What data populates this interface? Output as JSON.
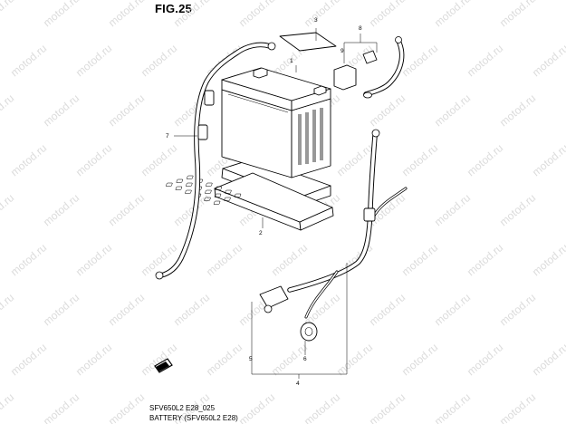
{
  "figure": {
    "title": "FIG.25",
    "code": "SFV650L2 E28_025",
    "description": "BATTERY (SFV650L2 E28)"
  },
  "watermark": {
    "text": "motod.ru"
  },
  "callouts": [
    {
      "id": "1",
      "label": "1"
    },
    {
      "id": "2",
      "label": "2"
    },
    {
      "id": "3",
      "label": "3"
    },
    {
      "id": "4",
      "label": "4"
    },
    {
      "id": "5",
      "label": "5"
    },
    {
      "id": "6",
      "label": "6"
    },
    {
      "id": "7",
      "label": "7"
    },
    {
      "id": "8",
      "label": "8"
    },
    {
      "id": "9",
      "label": "9"
    }
  ],
  "colors": {
    "ink": "#000000",
    "watermark": "#dcdcdc",
    "background": "#ffffff"
  }
}
